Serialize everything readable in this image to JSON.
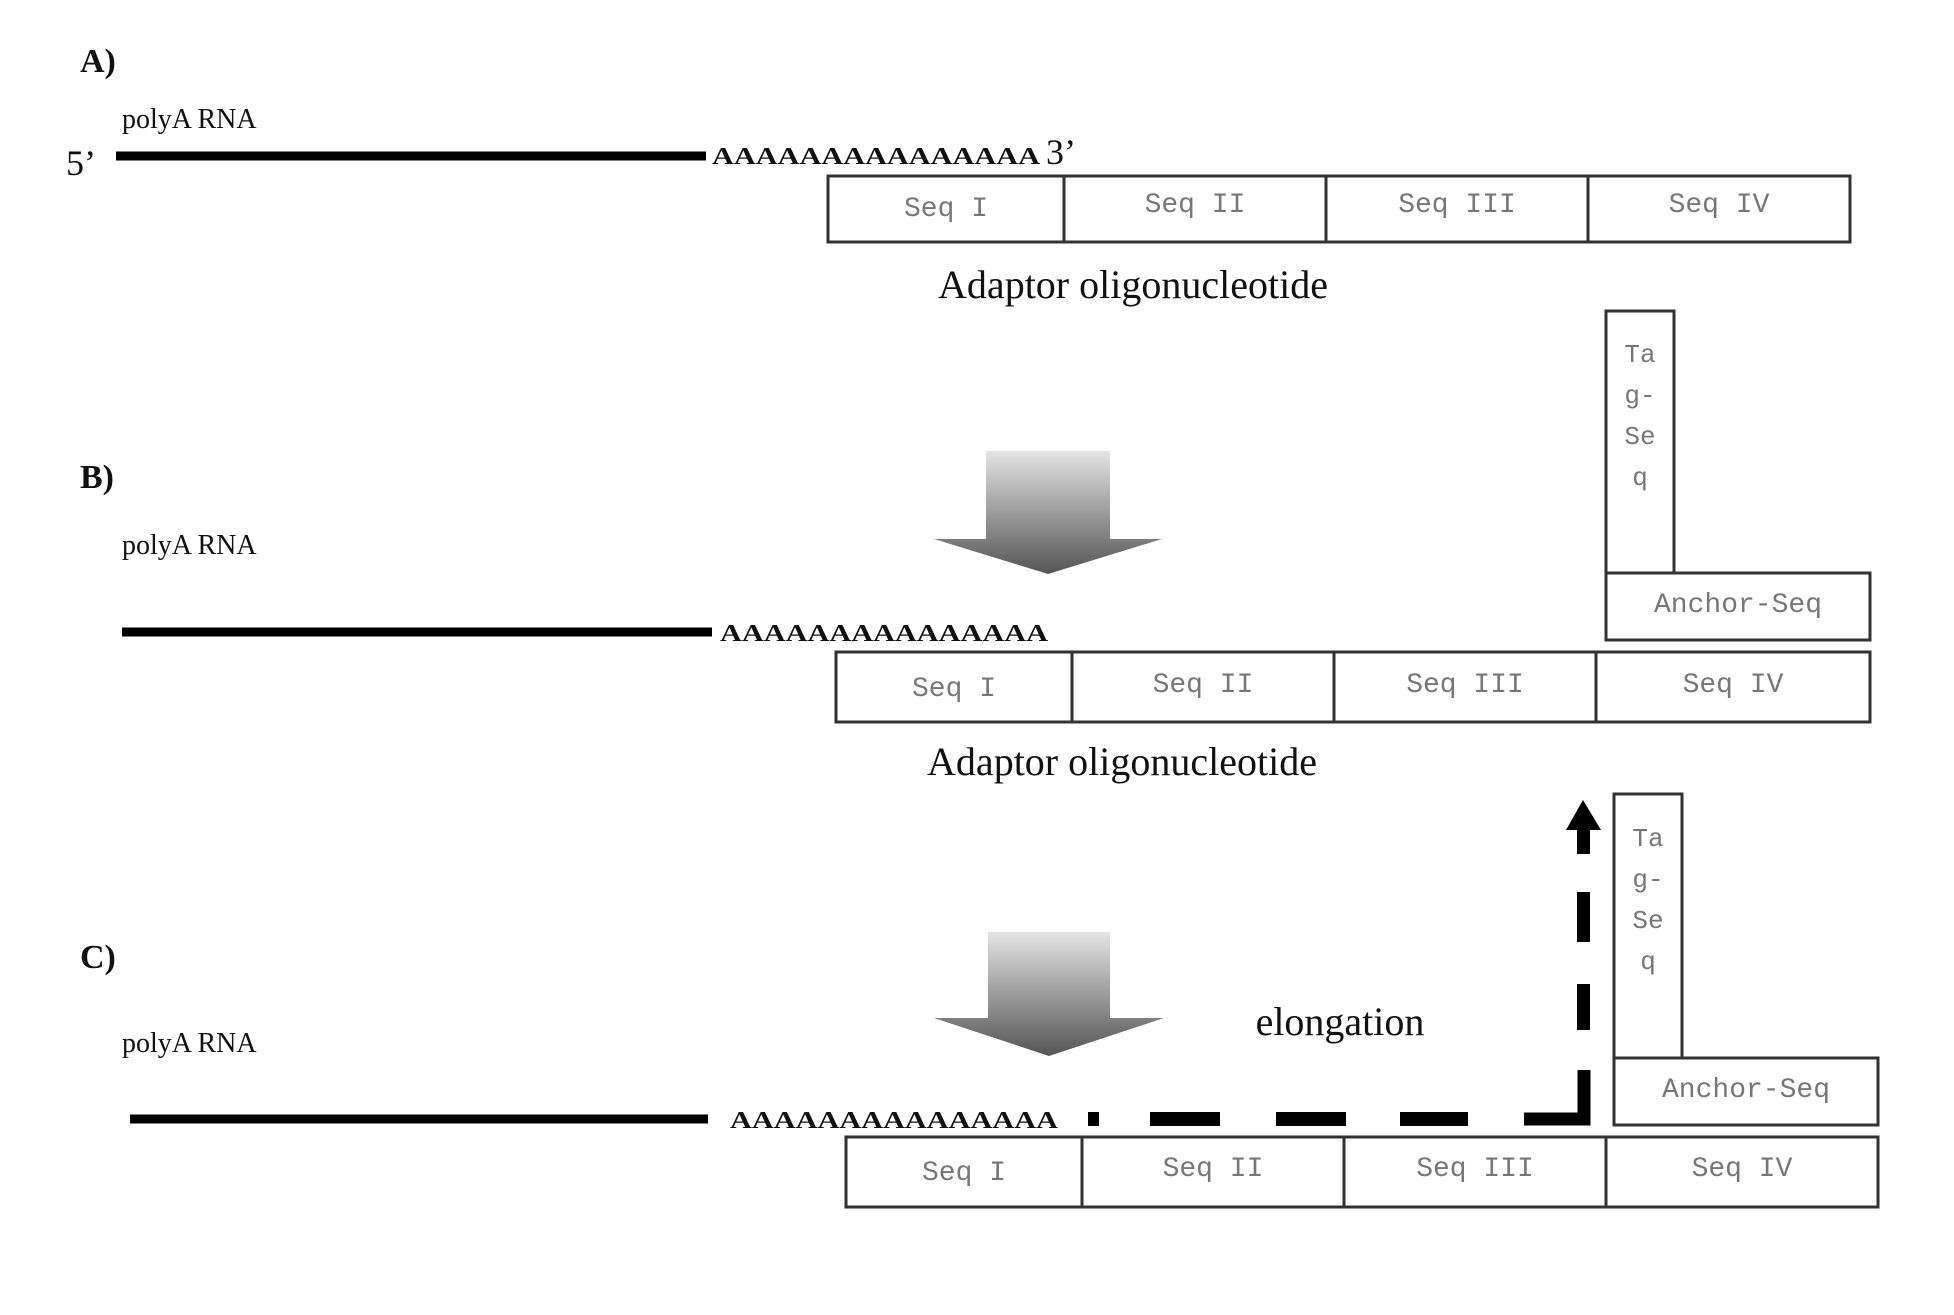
{
  "panels": [
    {
      "label": "A)",
      "rna_label": "polyA RNA",
      "five_prime": "5’",
      "three_prime": "3’",
      "polya": "AAAAAAAAAAAAAAA",
      "adaptor_segments": [
        "Seq I",
        "Seq II",
        "Seq III",
        "Seq IV"
      ],
      "adaptor_label": "Adaptor oligonucleotide"
    },
    {
      "label": "B)",
      "rna_label": "polyA RNA",
      "polya": "AAAAAAAAAAAAAAA",
      "adaptor_segments": [
        "Seq I",
        "Seq II",
        "Seq III",
        "Seq IV"
      ],
      "adaptor_label": "Adaptor oligonucleotide",
      "anchor": "Anchor-Seq",
      "tag_lines": [
        "Ta",
        "g-",
        "Se",
        "q"
      ]
    },
    {
      "label": "C)",
      "rna_label": "polyA RNA",
      "polya": "AAAAAAAAAAAAAAA",
      "adaptor_segments": [
        "Seq I",
        "Seq II",
        "Seq III",
        "Seq IV"
      ],
      "anchor": "Anchor-Seq",
      "tag_lines": [
        "Ta",
        "g-",
        "Se",
        "q"
      ],
      "elongation_label": "elongation"
    }
  ],
  "colors": {
    "strand": "#000000",
    "box_stroke": "#333333",
    "mono_text": "#777777",
    "arrow_top": "#e4e4e4",
    "arrow_bottom": "#555555"
  },
  "icons": [
    "process-arrow-down",
    "elongation-arrow-up"
  ]
}
